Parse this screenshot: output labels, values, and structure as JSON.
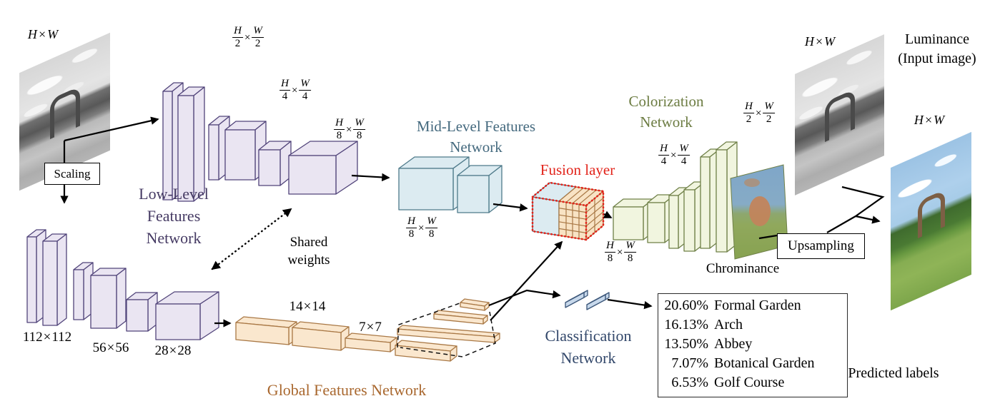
{
  "colors": {
    "purple_fill": "#EAE5F2",
    "purple_stroke": "#51447A",
    "purple_text": "#453A63",
    "blue_fill": "#DCEBF1",
    "blue_stroke": "#4E7A8A",
    "teal_text": "#44697E",
    "orange_fill": "#FAE7CE",
    "orange_stroke": "#A97845",
    "orange_text": "#A9682F",
    "green_fill": "#F1F5DF",
    "green_stroke": "#6F8048",
    "green_text": "#6C7C42",
    "class_fill": "#C7D8EB",
    "class_stroke": "#3A5578",
    "navy_text": "#33486B",
    "fusion_orange_fill": "#F8E3C4",
    "red": "#E2231A",
    "arrow": "#000000"
  },
  "nodes": {
    "input_image": {
      "size": "H×W"
    },
    "scaling": "Scaling",
    "low_level": {
      "line1": "Low-Level",
      "line2": "Features",
      "line3": "Network",
      "sizes_top": [
        "H/2×W/2",
        "H/4×W/4",
        "H/8×W/8"
      ],
      "sizes_bottom": [
        "112×112",
        "56×56",
        "28×28"
      ]
    },
    "shared_weights": {
      "line1": "Shared",
      "line2": "weights"
    },
    "mid_level": {
      "line1": "Mid-Level Features",
      "line2": "Network",
      "size": "H/8×W/8"
    },
    "global": {
      "label": "Global Features Network",
      "sizes": [
        "14×14",
        "7×7"
      ]
    },
    "fusion": {
      "label": "Fusion layer"
    },
    "colorization": {
      "line1": "Colorization",
      "line2": "Network",
      "sizes": [
        "H/8×W/8",
        "H/4×W/4",
        "H/2×W/2"
      ]
    },
    "chrominance": "Chrominance",
    "upsampling": "Upsampling",
    "luminance": {
      "line1": "Luminance",
      "line2": "(Input image)",
      "size": "H×W"
    },
    "output": {
      "size": "H×W"
    },
    "classification": {
      "line1": "Classification",
      "line2": "Network"
    },
    "predictions": {
      "items": [
        {
          "pct": "20.60%",
          "label": "Formal Garden"
        },
        {
          "pct": "16.13%",
          "label": "Arch"
        },
        {
          "pct": "13.50%",
          "label": "Abbey"
        },
        {
          "pct": "7.07%",
          "label": "Botanical Garden"
        },
        {
          "pct": "6.53%",
          "label": "Golf Course"
        }
      ],
      "caption": "Predicted labels"
    }
  }
}
